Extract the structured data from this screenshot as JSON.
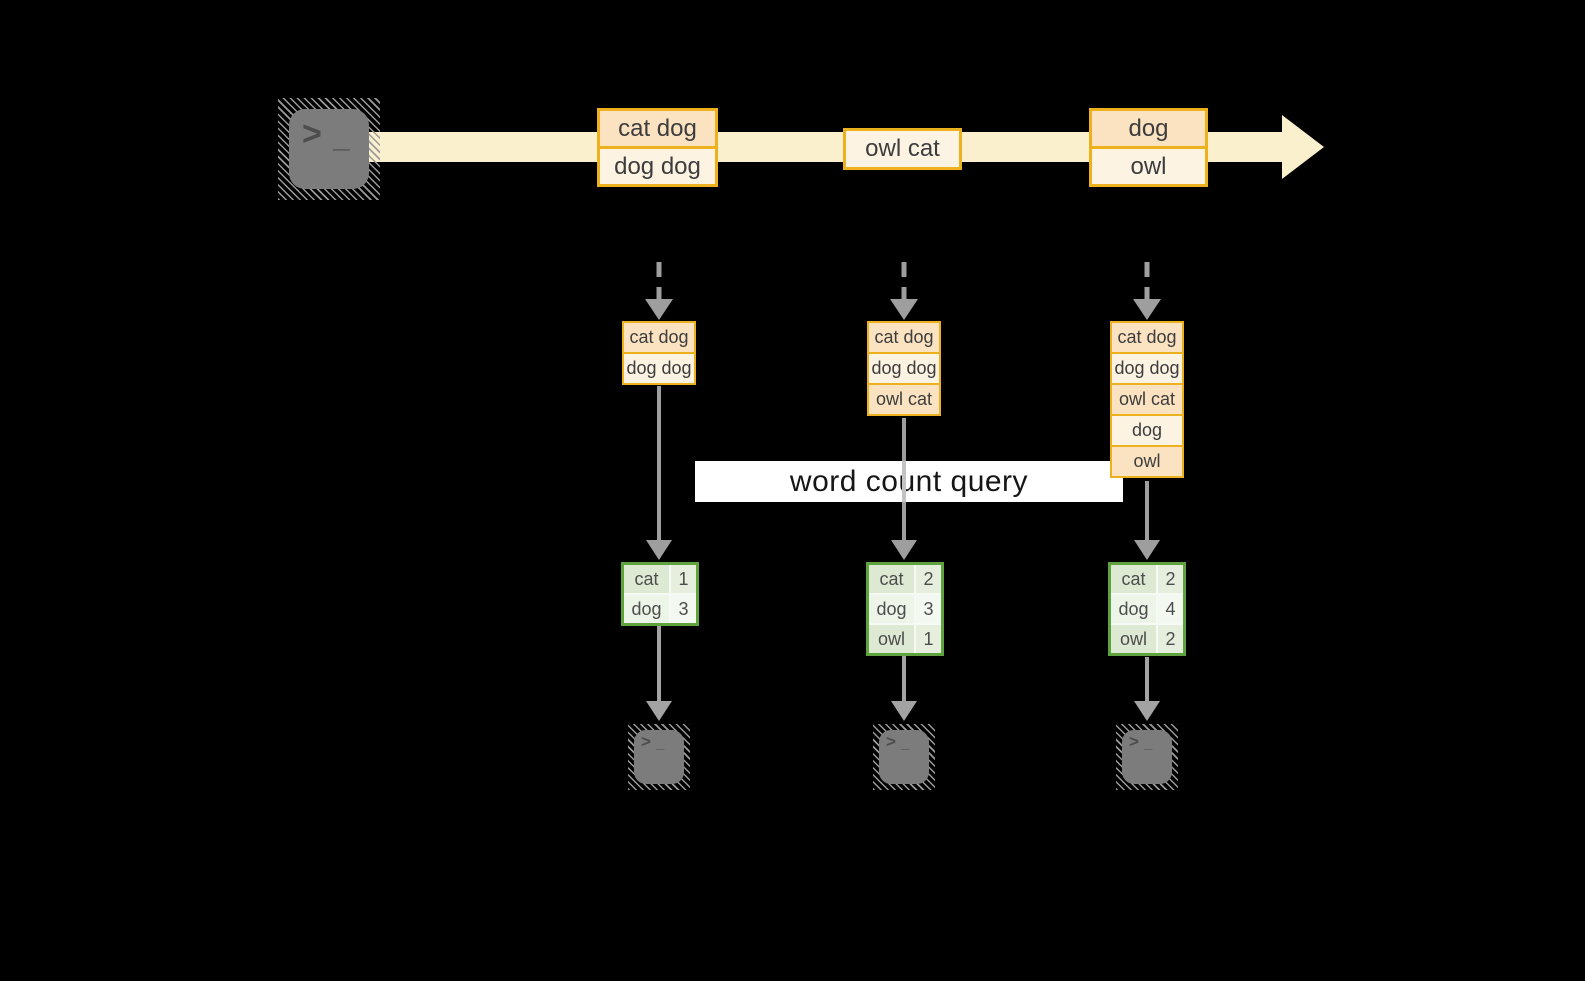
{
  "banner": {
    "label": "word count query"
  },
  "terminal": {
    "prompt": ">",
    "cursor": "_"
  },
  "colors": {
    "background": "#000000",
    "stream_band": "#faf0cd",
    "orange_border": "#edb11d",
    "orange_fill_dark": "#fbe2c1",
    "orange_fill_light": "#fdf3e3",
    "green_border": "#5fa33e",
    "green_fill_dark": "#dde9d2",
    "green_fill_light": "#edf4e8",
    "arrow_gray": "#9e9e9e",
    "terminal_gray": "#7c7c7c",
    "banner_bg": "#ffffff"
  },
  "stream": {
    "events": [
      {
        "rows": [
          "cat dog",
          "dog dog"
        ]
      },
      {
        "rows": [
          "owl cat"
        ]
      },
      {
        "rows": [
          "dog",
          "owl"
        ]
      }
    ]
  },
  "stacks": [
    {
      "rows": [
        "cat dog",
        "dog dog"
      ]
    },
    {
      "rows": [
        "cat dog",
        "dog dog",
        "owl cat"
      ]
    },
    {
      "rows": [
        "cat dog",
        "dog dog",
        "owl cat",
        "dog",
        "owl"
      ]
    }
  ],
  "counts": [
    {
      "rows": [
        {
          "word": "cat",
          "count": "1"
        },
        {
          "word": "dog",
          "count": "3"
        }
      ]
    },
    {
      "rows": [
        {
          "word": "cat",
          "count": "2"
        },
        {
          "word": "dog",
          "count": "3"
        },
        {
          "word": "owl",
          "count": "1"
        }
      ]
    },
    {
      "rows": [
        {
          "word": "cat",
          "count": "2"
        },
        {
          "word": "dog",
          "count": "4"
        },
        {
          "word": "owl",
          "count": "2"
        }
      ]
    }
  ]
}
